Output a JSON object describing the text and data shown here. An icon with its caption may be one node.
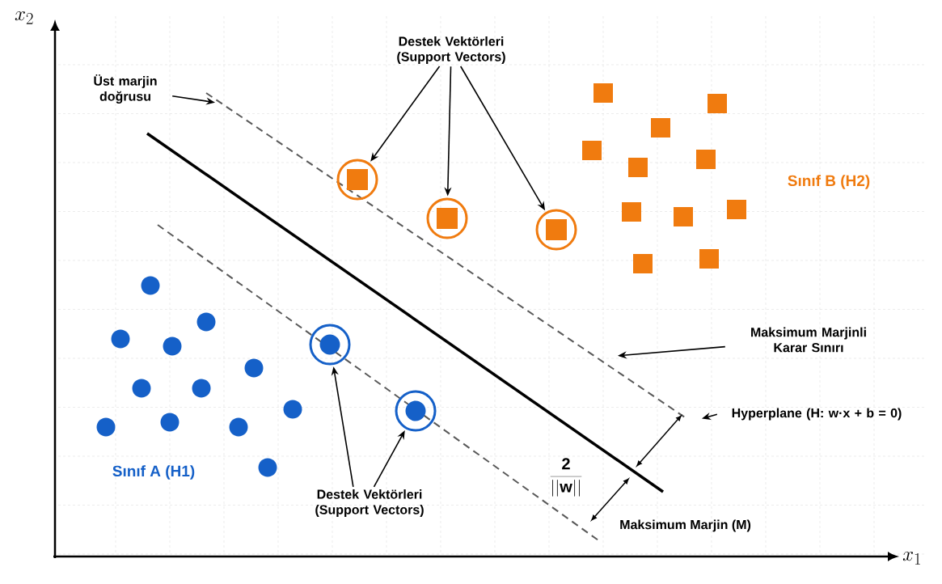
{
  "diagram": {
    "nodes": [
      {
        "text": [
          "Destek Vektörleri (Support Vectors)"
        ]
      },
      {
        "text": [],
        "shape": "circle"
      },
      {
        "text": [],
        "shape": "circle"
      },
      {
        "text": [],
        "shape": "circle"
      },
      {
        "text": [
          "Destek Vektörleri (Support Vectors)"
        ]
      },
      {
        "text": [],
        "shape": "circle"
      },
      {
        "text": [],
        "shape": "circle"
      },
      {
        "text": [
          "Üst marjin doğrusu"
        ]
      },
      {
        "text": [
          "Maksimum Marjinli Karar Sınırı"
        ]
      },
      {
        "text": [
          "Hyperplane (H: w·x + b = 0)"
        ]
      }
    ],
    "edges": [
      {
        "from": 0,
        "to": 1,
        "arrow": "to"
      },
      {
        "from": 0,
        "to": 2,
        "arrow": "to"
      },
      {
        "from": 0,
        "to": 3,
        "arrow": "to"
      },
      {
        "from": 4,
        "to": 5,
        "arrow": "to"
      },
      {
        "from": 4,
        "to": 6,
        "arrow": "to"
      },
      {
        "from": 7,
        "to": null,
        "arrow": "to"
      },
      {
        "from": 8,
        "to": null,
        "arrow": "to"
      },
      {
        "from": 9,
        "to": null,
        "arrow": "to"
      }
    ],
    "labels": [
      "x_2",
      "x_1",
      "Sınıf B (H2)",
      "Sınıf A (H1)",
      "\\frac{\\mathsf{2}}{||\\mathsf{w}||}",
      "Maksimum Marjin (M)"
    ]
  }
}
